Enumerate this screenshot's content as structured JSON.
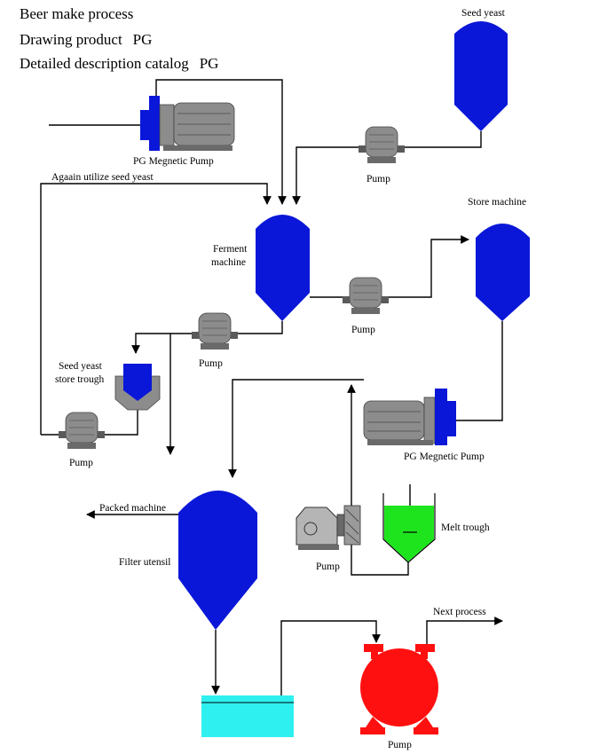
{
  "header": {
    "title": "Beer make process",
    "product_label": "Drawing product",
    "product_code": "PG",
    "catalog_label": "Detailed description catalog",
    "catalog_code": "PG"
  },
  "labels": {
    "seed_yeast": "Seed yeast",
    "pg_pump_top": "PG Megnetic Pump",
    "pump_seed": "Pump",
    "reuse_seed": "Agaain utilize seed yeast",
    "store_machine": "Store machine",
    "ferment_1": "Ferment",
    "ferment_2": "machine",
    "pump_mid": "Pump",
    "pump_left": "Pump",
    "seed_store_1": "Seed yeast",
    "seed_store_2": "store trough",
    "pump_bottom_left": "Pump",
    "pg_pump_mid": "PG Megnetic Pump",
    "packed_machine": "Packed machine",
    "filter_utensil": "Filter utensil",
    "melt_trough": "Melt trough",
    "pump_melt": "Pump",
    "next_process": "Next process",
    "pump_red": "Pump"
  },
  "colors": {
    "tank_blue": "#0a17d8",
    "pump_gray": "#8c8c8c",
    "melt_green": "#1ee41e",
    "buffer_cyan": "#2ff0f0",
    "red_pump": "#ff1010"
  }
}
